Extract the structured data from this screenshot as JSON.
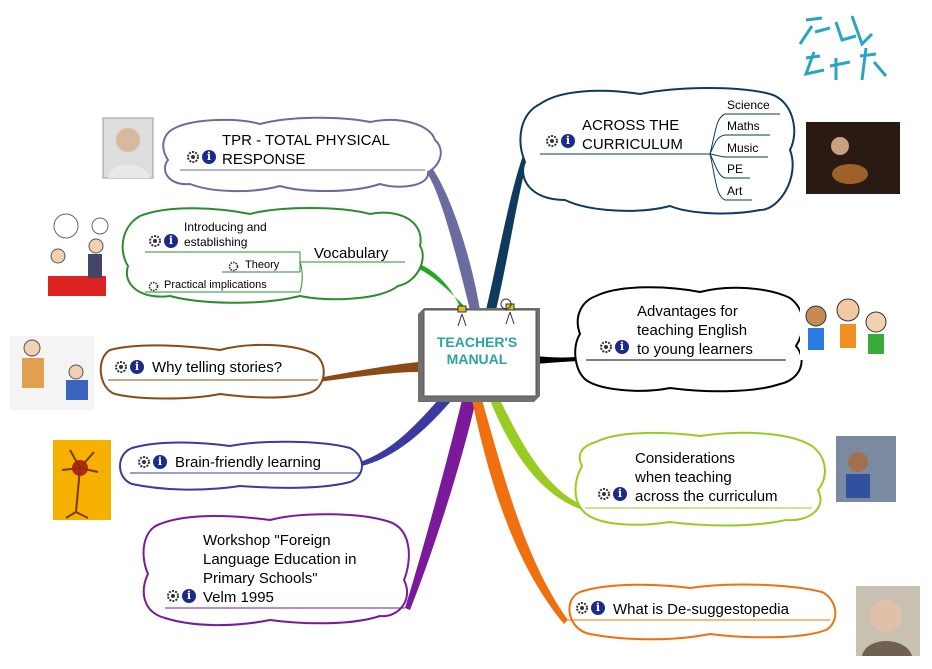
{
  "central": {
    "title": "TEACHER'S\nMANUAL",
    "line1": "TEACHER'S",
    "line2": "MANUAL"
  },
  "topics": {
    "tpr": {
      "line1": "TPR - TOTAL PHYSICAL",
      "line2": "RESPONSE",
      "color": "#6b6ba0"
    },
    "vocabulary": {
      "label": "Vocabulary",
      "color": "#2e8b2e",
      "subs": [
        "Introducing and",
        "establishing",
        "Theory",
        "Practical implications"
      ]
    },
    "stories": {
      "label": "Why telling stories?",
      "color": "#8b4a14"
    },
    "brain": {
      "label": "Brain-friendly learning",
      "color": "#3a3aa0"
    },
    "workshop": {
      "line1": "Workshop \"Foreign",
      "line2": "Language Education in",
      "line3": "Primary Schools\"",
      "line4": "Velm 1995",
      "color": "#7a1a9a"
    },
    "across": {
      "line1": "ACROSS THE",
      "line2": "CURRICULUM",
      "color": "#0e3a5e",
      "subs": [
        "Science",
        "Maths",
        "Music",
        "PE",
        "Art"
      ]
    },
    "advantages": {
      "line1": "Advantages for",
      "line2": "teaching English",
      "line3": "to young learners",
      "color": "#000000"
    },
    "considerations": {
      "line1": "Considerations",
      "line2": "when teaching",
      "line3": "across the curriculum",
      "color": "#9acd32"
    },
    "desuggest": {
      "label": "What is De-suggestopedia",
      "color": "#f07010"
    }
  }
}
